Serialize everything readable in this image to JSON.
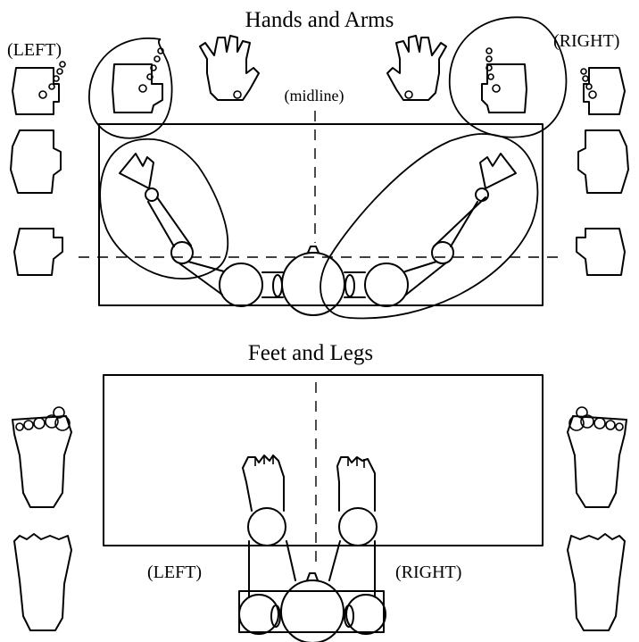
{
  "labels": {
    "title_arms": "Hands and Arms",
    "left_top": "(LEFT)",
    "right_top": "(RIGHT)",
    "midline": "(midline)",
    "title_legs": "Feet and Legs",
    "left_bottom": "(LEFT)",
    "right_bottom": "(RIGHT)"
  }
}
